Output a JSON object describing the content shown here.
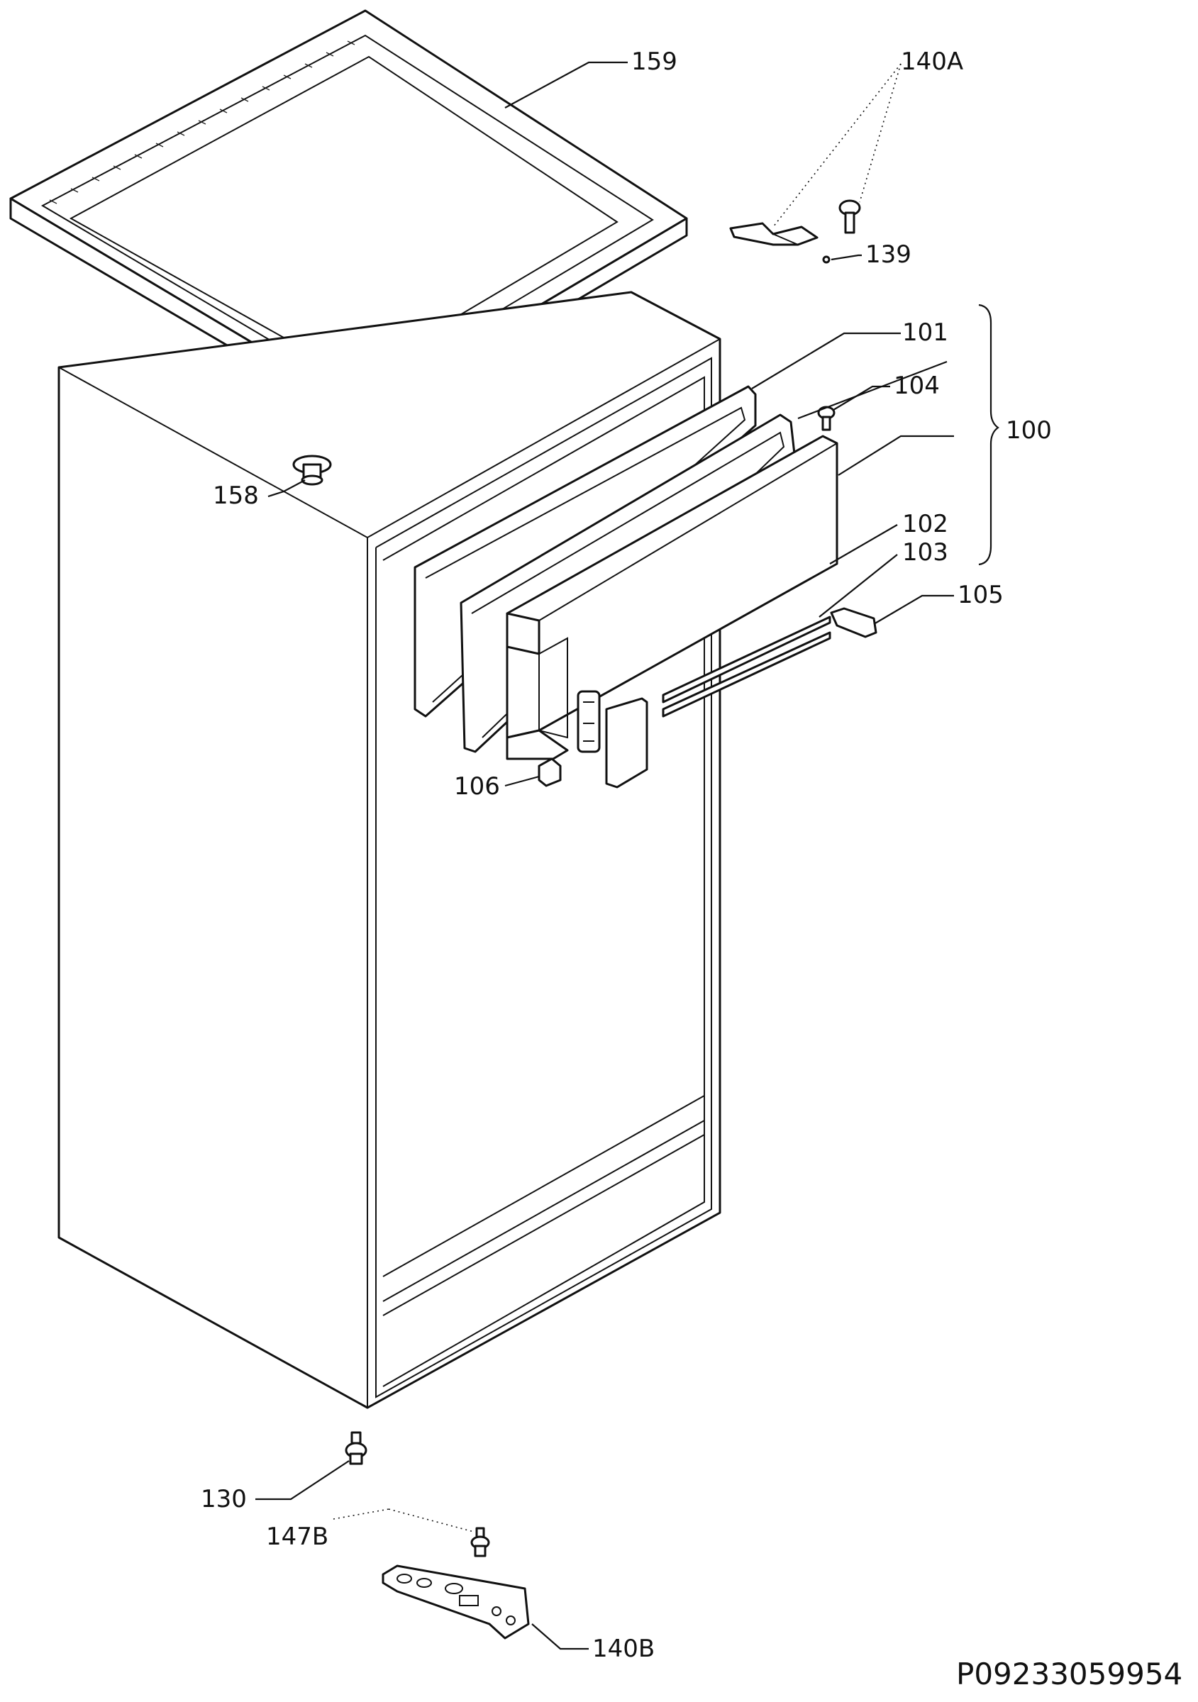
{
  "document_id": "P09233059954",
  "callouts": {
    "c159": "159",
    "c140a": "140A",
    "c139": "139",
    "c101": "101",
    "c104": "104",
    "c100": "100",
    "c158": "158",
    "c102": "102",
    "c103": "103",
    "c105": "105",
    "c106": "106",
    "c130": "130",
    "c147b": "147B",
    "c140b": "140B"
  }
}
